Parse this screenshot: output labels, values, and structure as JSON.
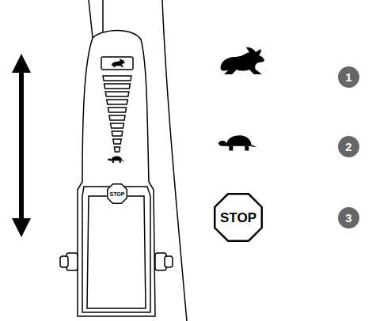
{
  "diagram": {
    "nodes": [
      {
        "text": [
          "STOP"
        ]
      },
      {
        "text": [
          "STOP"
        ]
      }
    ],
    "labels": [
      "1",
      "2",
      "3"
    ]
  }
}
